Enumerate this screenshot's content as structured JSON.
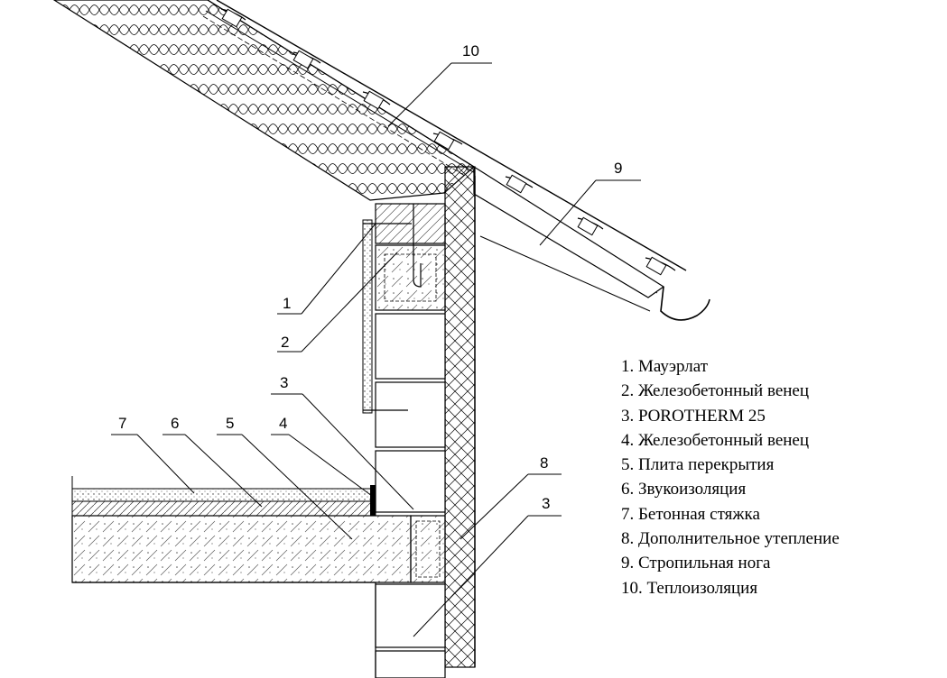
{
  "callouts": {
    "c1": "1",
    "c2": "2",
    "c3a": "3",
    "c3b": "3",
    "c4": "4",
    "c5": "5",
    "c6": "6",
    "c7": "7",
    "c8": "8",
    "c9": "9",
    "c10": "10"
  },
  "legend": [
    "1. Мауэрлат",
    "2. Железобетонный венец",
    "3. POROTHERM 25",
    "4. Железобетонный венец",
    "5. Плита перекрытия",
    "6. Звукоизоляция",
    "7. Бетонная стяжка",
    "8. Дополнительное утепление",
    "9. Стропильная нога",
    "10. Теплоизоляция"
  ],
  "colors": {
    "line": "#000000",
    "background": "#ffffff",
    "hatch": "#555555"
  }
}
